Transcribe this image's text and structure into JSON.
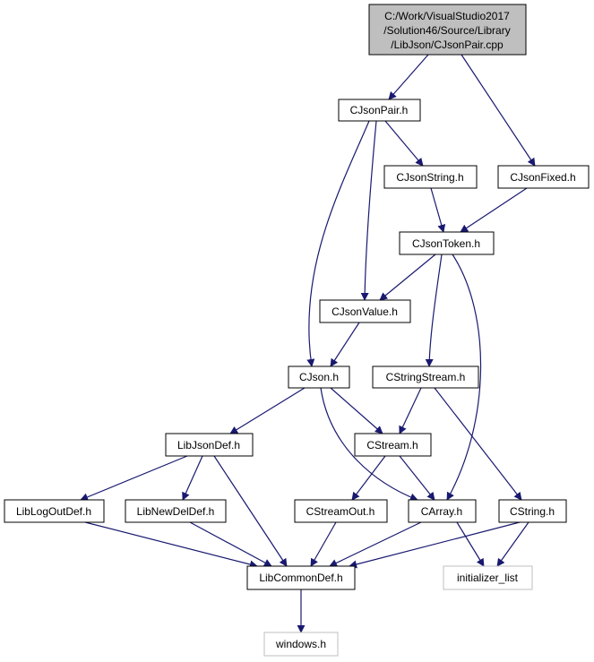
{
  "colors": {
    "edge": "#191970",
    "node_border": "#000000",
    "root_fill": "#bfbfbf",
    "node_fill": "#ffffff",
    "external_border": "#bfbfbf"
  },
  "nodes": {
    "root": [
      "C:/Work/VisualStudio2017",
      "/Solution46/Source/Library",
      "/LibJson/CJsonPair.cpp"
    ],
    "cjsonpair_h": "CJsonPair.h",
    "cjsonstring_h": "CJsonString.h",
    "cjsonfixed_h": "CJsonFixed.h",
    "cjsontoken_h": "CJsonToken.h",
    "cjsonvalue_h": "CJsonValue.h",
    "cjson_h": "CJson.h",
    "cstringstream_h": "CStringStream.h",
    "libjsondef_h": "LibJsonDef.h",
    "cstream_h": "CStream.h",
    "liblogoutdef_h": "LibLogOutDef.h",
    "libnewdeldef_h": "LibNewDelDef.h",
    "cstreamout_h": "CStreamOut.h",
    "carray_h": "CArray.h",
    "cstring_h": "CString.h",
    "libcommondef_h": "LibCommonDef.h",
    "initializer_list": "initializer_list",
    "windows_h": "windows.h"
  }
}
